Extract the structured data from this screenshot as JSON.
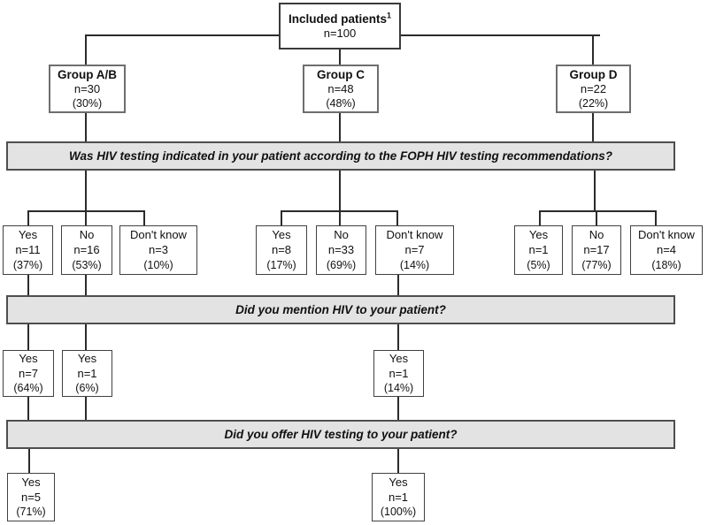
{
  "root": {
    "label": "Included patients",
    "superscript": "1",
    "n": "n=100"
  },
  "groups": [
    {
      "label": "Group A/B",
      "n": "n=30",
      "pct": "(30%)"
    },
    {
      "label": "Group C",
      "n": "n=48",
      "pct": "(48%)"
    },
    {
      "label": "Group D",
      "n": "n=22",
      "pct": "(22%)"
    }
  ],
  "questions": [
    {
      "text": "Was HIV testing indicated in your patient according to the FOPH HIV testing recommendations?"
    },
    {
      "text": "Did you mention HIV to your patient?"
    },
    {
      "text": "Did you offer HIV testing to your patient?"
    }
  ],
  "indicated": [
    {
      "group": "Group A/B",
      "answer": "Yes",
      "n": "n=11",
      "pct": "(37%)"
    },
    {
      "group": "Group A/B",
      "answer": "No",
      "n": "n=16",
      "pct": "(53%)"
    },
    {
      "group": "Group A/B",
      "answer": "Don't know",
      "n": "n=3",
      "pct": "(10%)"
    },
    {
      "group": "Group C",
      "answer": "Yes",
      "n": "n=8",
      "pct": "(17%)"
    },
    {
      "group": "Group C",
      "answer": "No",
      "n": "n=33",
      "pct": "(69%)"
    },
    {
      "group": "Group C",
      "answer": "Don't know",
      "n": "n=7",
      "pct": "(14%)"
    },
    {
      "group": "Group D",
      "answer": "Yes",
      "n": "n=1",
      "pct": "(5%)"
    },
    {
      "group": "Group D",
      "answer": "No",
      "n": "n=17",
      "pct": "(77%)"
    },
    {
      "group": "Group D",
      "answer": "Don't know",
      "n": "n=4",
      "pct": "(18%)"
    }
  ],
  "mention": [
    {
      "answer": "Yes",
      "n": "n=7",
      "pct": "(64%)"
    },
    {
      "answer": "Yes",
      "n": "n=1",
      "pct": "(6%)"
    },
    {
      "answer": "Yes",
      "n": "n=1",
      "pct": "(14%)"
    }
  ],
  "offer": [
    {
      "answer": "Yes",
      "n": "n=5",
      "pct": "(71%)"
    },
    {
      "answer": "Yes",
      "n": "n=1",
      "pct": "(100%)"
    }
  ],
  "colors": {
    "banner_bg": "#e3e3e3",
    "banner_border": "#4e4e4e",
    "box_border": "#414141",
    "group_border": "#6e6e6e",
    "line": "#2b2b2b",
    "background": "#ffffff"
  }
}
